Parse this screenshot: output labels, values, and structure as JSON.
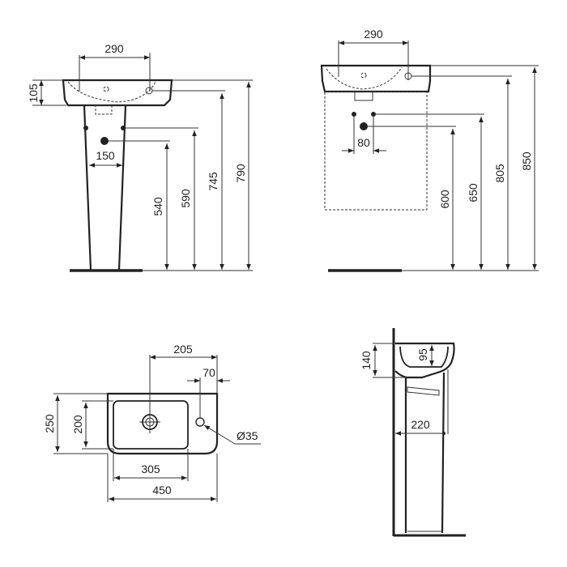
{
  "views": {
    "front_pedestal": {
      "width_taps": "290",
      "basin_height": "105",
      "waste_spacing": "150",
      "h_waste": "540",
      "h_supply": "590",
      "h_tap": "745",
      "h_rim": "790"
    },
    "front_wall": {
      "width_taps": "290",
      "supply_spacing": "80",
      "h_waste": "600",
      "h_supply": "650",
      "h_tap": "805",
      "h_rim": "850"
    },
    "plan": {
      "overflow_offset": "205",
      "tap_offset": "70",
      "depth": "250",
      "bowl_depth": "200",
      "tap_hole": "Ø35",
      "bowl_width": "305",
      "width": "450"
    },
    "side": {
      "basin_height": "140",
      "bowl_depth": "95",
      "projection": "220"
    }
  },
  "colors": {
    "line": "#222222",
    "background": "#ffffff"
  }
}
